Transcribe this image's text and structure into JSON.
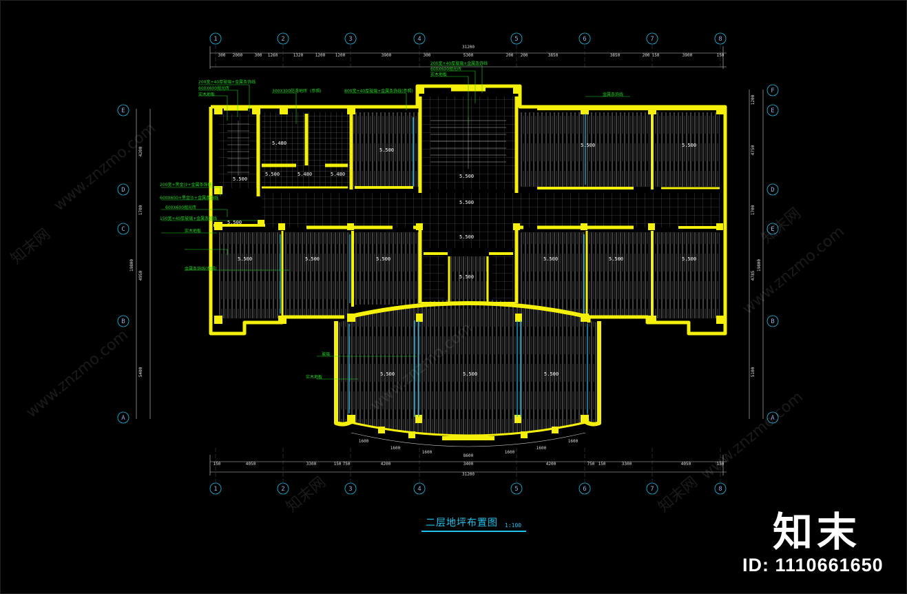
{
  "drawing": {
    "title": "二层地坪布置图",
    "scale": "1:100",
    "top_total": "31200",
    "bottom_total": "31200",
    "left_total": "19800",
    "right_total": "19800",
    "grid_columns": [
      "1",
      "2",
      "3",
      "4",
      "5",
      "6",
      "7",
      "8"
    ],
    "grid_rows_left": [
      "E",
      "D",
      "C",
      "B",
      "A"
    ],
    "grid_rows_right": [
      "F",
      "E",
      "D",
      "E",
      "B",
      "A"
    ],
    "top_dims": [
      "300",
      "2000",
      "300",
      "1260",
      "1320",
      "1200",
      "1200",
      "3900",
      "300",
      "5300",
      "200",
      "200",
      "3850",
      "3850",
      "200",
      "150",
      "3900",
      "150"
    ],
    "bottom_dims": [
      "150",
      "4050",
      "3300",
      "150",
      "750",
      "4200",
      "3400",
      "4200",
      "750",
      "150",
      "3300",
      "4050",
      "150"
    ],
    "bottom_mid_total": "8600",
    "arc_dims": [
      "1600",
      "1600",
      "1600",
      "1600",
      "1600",
      "1600"
    ],
    "left_dims": [
      "4200",
      "1700",
      "4950",
      "5400"
    ],
    "right_dims": [
      "1200",
      "4750",
      "1700",
      "4785",
      "5100"
    ],
    "elevations": [
      "5.500",
      "5.480",
      "5.500",
      "5.480",
      "5.480",
      "5.500",
      "5.500",
      "5.500",
      "5.500",
      "5.500",
      "5.500",
      "5.500",
      "5.500",
      "5.500",
      "5.500",
      "5.500",
      "5.500",
      "5.500",
      "5.500",
      "5.500",
      "5.500",
      "5.500"
    ],
    "annotations": [
      "200宽+40厚玻璃+金属条饰线",
      "600X600抛光砖",
      "实木地板",
      "300X300防滑地砖",
      "(参照)",
      "800宽+40厚玻璃+金属条饰线(参照)",
      "200宽+40厚玻璃+金属条饰线",
      "600X600抛光砖",
      "实木地板",
      "金属条饰线",
      "200宽+黑金沙+金属条饰线",
      "600X600+黑金沙+金属条饰线",
      "600X600抛光砖",
      "150宽+40厚玻璃+金属条饰线",
      "实木地板",
      "金属条饰线(参照)",
      "玻璃",
      "实木地板"
    ]
  },
  "watermark": {
    "brand": "知末",
    "id_text": "ID: 1110661650",
    "site": "www.znzmo.com",
    "site_cn": "知末网"
  },
  "colors": {
    "wall": "#f5f00a",
    "wall_core": "#ffff40",
    "floor_line": "#d8d8d8",
    "tile": "#6a6a6a",
    "annotation": "#22d622",
    "accent": "#1fc4f0",
    "dimension": "#e0e0e0"
  }
}
